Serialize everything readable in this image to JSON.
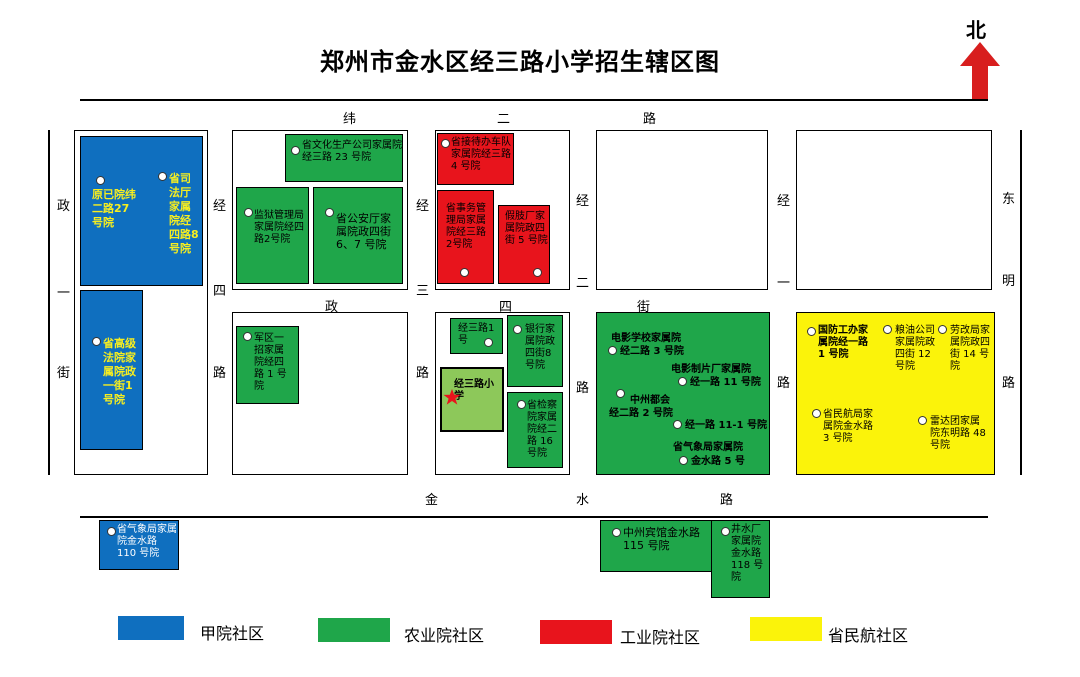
{
  "title": "郑州市金水区经三路小学招生辖区图",
  "compass": "北",
  "roads": {
    "weier": [
      "纬",
      "二",
      "路"
    ],
    "jinshui": [
      "金",
      "水",
      "路"
    ],
    "zhengsi": [
      "政",
      "四",
      "街"
    ],
    "zhengyi": [
      "政",
      "一",
      "街"
    ],
    "jingsi": [
      "经",
      "四",
      "路"
    ],
    "jingsan": [
      "经",
      "三",
      "路"
    ],
    "jinger": [
      "经",
      "二",
      "路"
    ],
    "jingyi": [
      "经",
      "一",
      "路"
    ],
    "dongming": [
      "东",
      "明",
      "路"
    ]
  },
  "labels": {
    "b1": "原已院纬二路27号院",
    "b2": "省司法厅家属院经四路8号院",
    "b3": "省高级法院家属院政一街1号院",
    "g1": "省文化生产公司家属院经三路 23 号院",
    "g2": "监狱管理局家属院经四路2号院",
    "g3": "省公安厅家属院政四街 6、7 号院",
    "g4": "军区一招家属院经四路 1 号院",
    "r1": "省接待办车队家属院经三路 4 号院",
    "r2": "省事务管理局家属院经三路2号院",
    "r3": "假肢厂家属院政四街 5 号院",
    "g5": "经三路1号",
    "school": "经三路小学",
    "g6": "银行家属院政四街8号院",
    "g7": "省检察院家属院经二路 16 号院",
    "g8a": "电影学校家属院",
    "g8b": "经二路 3 号院",
    "g8c": "电影制片厂家属院",
    "g8d": "经一路 11 号院",
    "g8e": "中州都会",
    "g8f": "经二路 2 号院",
    "g8g": "经一路 11-1 号院",
    "g8h": "省气象局家属院",
    "g8i": "金水路 5 号",
    "y1": "国防工办家属院经一路 1 号院",
    "y2": "粮油公司家属院政四街 12 号院",
    "y3": "劳改局家属院政四街 14 号院",
    "y4": "省民航局家属院金水路 3 号院",
    "y5": "雷达团家属院东明路 48 号院",
    "b4": "省气象局家属院金水路 110 号院",
    "g9": "中州宾馆金水路 115 号院",
    "g10": "井水厂家属院金水路 118 号院"
  },
  "legend": [
    {
      "label": "甲院社区",
      "color": "#0f6fbf"
    },
    {
      "label": "农业院社区",
      "color": "#1fa64a"
    },
    {
      "label": "工业院社区",
      "color": "#e8141c"
    },
    {
      "label": "省民航社区",
      "color": "#fbf30a"
    }
  ]
}
